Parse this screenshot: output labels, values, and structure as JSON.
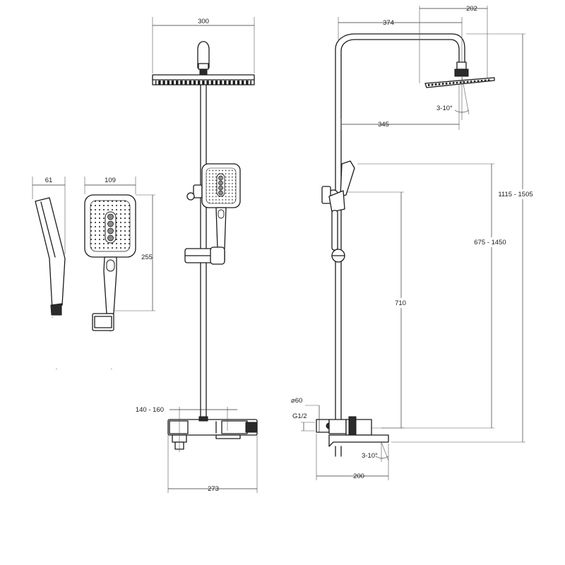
{
  "dimensions": {
    "handshower_side_width": "61",
    "handshower_front_width": "109",
    "handshower_front_height": "255",
    "overhead_shower_width": "300",
    "mixer_centers": "140 - 160",
    "mixer_width": "273",
    "arm_reach": "374",
    "side_head_width": "202",
    "head_tilt": "3-10°",
    "arm_projection": "345",
    "total_height": "1115 - 1505",
    "slider_range": "675 - 1450",
    "holder_height": "710",
    "wall_flange_diameter": "⌀60",
    "thread_size": "G1/2",
    "spout_tilt": "3-10°",
    "spout_reach": "200"
  },
  "colors": {
    "line": "#1a1a1a",
    "button": "#8a8a8a"
  },
  "icons": {
    "spray_dots": "dot-grid-icon",
    "mode_buttons": "circle-button-icon"
  }
}
